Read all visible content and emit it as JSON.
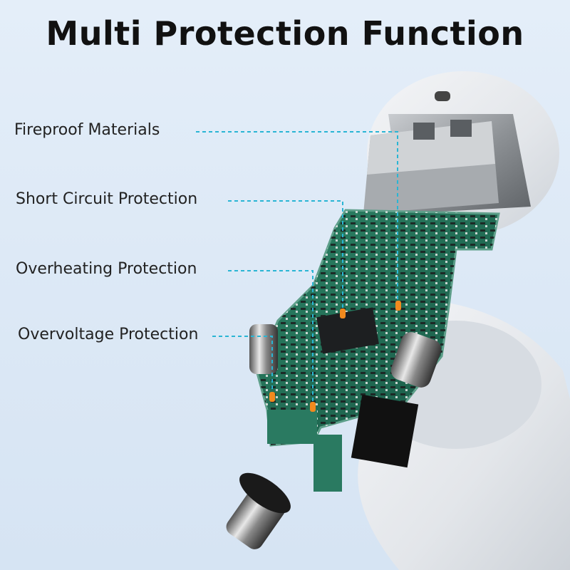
{
  "title": "Multi Protection Function",
  "callouts": [
    {
      "label": "Fireproof Materials"
    },
    {
      "label": "Short Circuit Protection"
    },
    {
      "label": "Overheating Protection"
    },
    {
      "label": "Overvoltage Protection"
    }
  ],
  "chip_marking": "",
  "colors": {
    "background": "#dde9f6",
    "pcb": "#1f6b54",
    "callout_line": "#2ab5d4",
    "indicator": "#f18a1e",
    "housing": "#e9ecef"
  },
  "icons": [
    "usb-port-icon",
    "circuit-board-icon",
    "chip-icon",
    "spring-contact-icon"
  ]
}
